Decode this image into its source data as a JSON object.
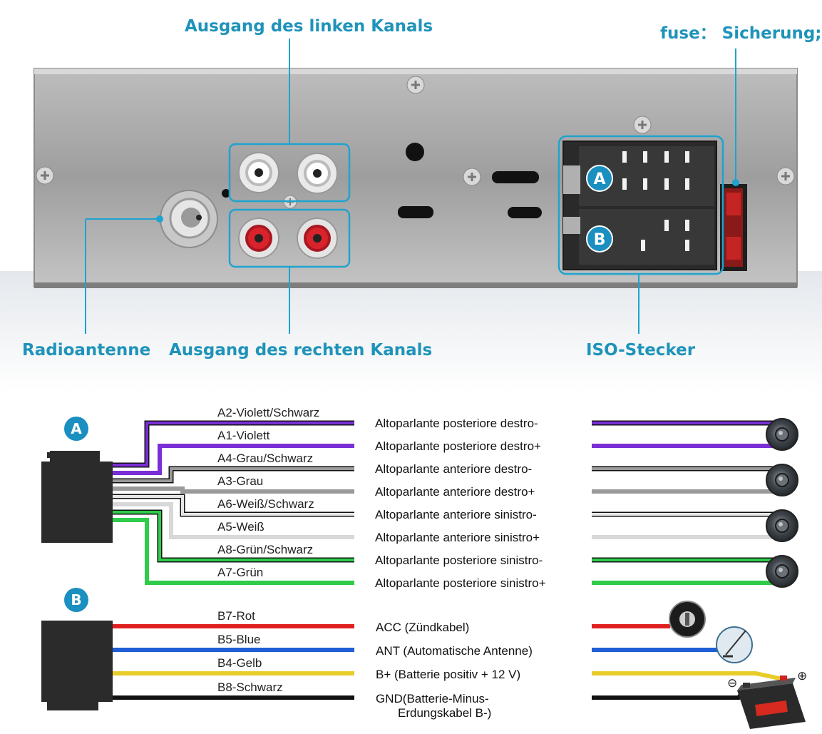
{
  "callouts": {
    "left_channel": "Ausgang des linken Kanals",
    "fuse": "fuse： Sicherung;",
    "radio_antenna": "Radioantenne",
    "right_channel": "Ausgang des rechten Kanals",
    "iso": "ISO-Stecker"
  },
  "badges": {
    "a": "A",
    "b": "B"
  },
  "connector_a": {
    "wires": [
      {
        "label": "A2-Violett/Schwarz",
        "desc": "Altoparlante posteriore destro-",
        "color": "#7a2fd6",
        "stripe": "#111111",
        "device": "speaker"
      },
      {
        "label": "A1-Violett",
        "desc": "Altoparlante posteriore destro+",
        "color": "#7a2fd6",
        "stripe": "",
        "device": "speaker"
      },
      {
        "label": "A4-Grau/Schwarz",
        "desc": "Altoparlante anteriore destro-",
        "color": "#9a9a9a",
        "stripe": "#111111",
        "device": "speaker"
      },
      {
        "label": "A3-Grau",
        "desc": "Altoparlante anteriore destro+",
        "color": "#9a9a9a",
        "stripe": "",
        "device": "speaker"
      },
      {
        "label": "A6-Weiß/Schwarz",
        "desc": "Altoparlante anteriore sinistro-",
        "color": "#e6e6e6",
        "stripe": "#111111",
        "device": "speaker"
      },
      {
        "label": "A5-Weiß",
        "desc": "Altoparlante anteriore sinistro+",
        "color": "#e0e0e0",
        "stripe": "",
        "device": "speaker"
      },
      {
        "label": "A8-Grün/Schwarz",
        "desc": "Altoparlante posteriore sinistro-",
        "color": "#2ecc4a",
        "stripe": "#111111",
        "device": "speaker"
      },
      {
        "label": "A7-Grün",
        "desc": "Altoparlante posteriore sinistro+",
        "color": "#2ecc4a",
        "stripe": "",
        "device": "speaker"
      }
    ]
  },
  "connector_b": {
    "wires": [
      {
        "label": "B7-Rot",
        "desc": "ACC (Zündkabel)",
        "color": "#e02020",
        "device": "ignition"
      },
      {
        "label": "B5-Blue",
        "desc": "ANT (Automatische Antenne)",
        "color": "#1f5fd6",
        "device": "antenna"
      },
      {
        "label": "B4-Gelb",
        "desc": "B+ (Batterie positiv + 12 V)",
        "color": "#e8cc2a",
        "device": "battery"
      },
      {
        "label": "B8-Schwarz",
        "desc": "GND(Batterie-Minus-",
        "desc2": "Erdungskabel B-)",
        "color": "#111111",
        "device": "battery"
      }
    ]
  },
  "battery": {
    "plus": "⊕",
    "minus": "⊖"
  },
  "colors": {
    "accent": "#1f93ba",
    "badge": "#1a8fc0"
  }
}
